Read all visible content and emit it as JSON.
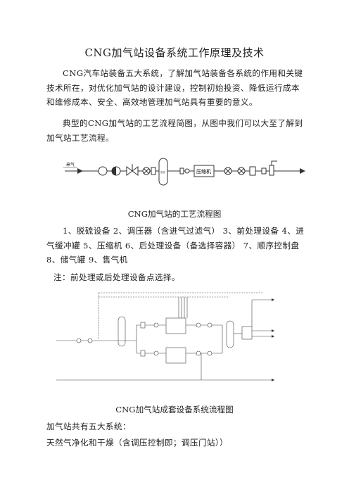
{
  "doc": {
    "title": "CNG加气站设备系统工作原理及技术",
    "intro_para": "CNG汽车站装备五大系统，了解加气站装备各系统的作用和关键技术所在，对优化加气站的设计建设，控制初始投资、降低运行成本和维修成本、安全、高效地管理加气站具有重要的意义。",
    "flow_para": "典型的CNG加气站的工艺流程简图，从图中我们可以大至了解到加气站工艺流程。",
    "fig1_caption": "CNG加气站的工艺流程图",
    "fig1_labels": {
      "inlet": "来气",
      "dryer": "脱硫",
      "compressor": "压缩机"
    },
    "equipment_list": "1、脱硫设备  2、调压器（含进气过滤气） 3、前处理设备 4、进气缓冲罐 5、压缩机 6、后处理设备（备选择容器） 7、顺序控制盘 8、储气罐 9、售气机",
    "note": "注：前处理或后处理设备点选择。",
    "fig2_caption": "CNG加气站成套设备系统流程图",
    "systems_intro": "加气站共有五大系统：",
    "system_1": "天然气净化和干燥（含调压控制即；调压门站））"
  }
}
